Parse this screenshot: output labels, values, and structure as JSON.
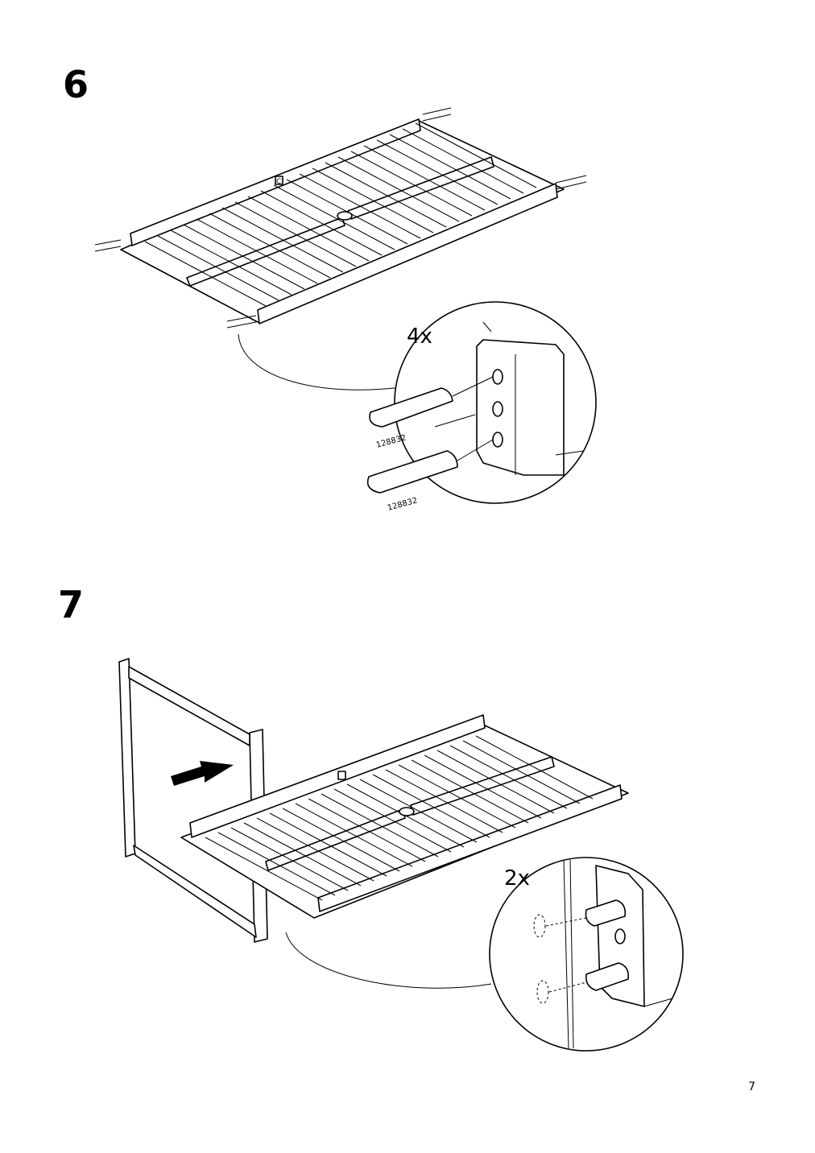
{
  "steps": [
    {
      "number": "6",
      "quantity": "4x",
      "part_codes": [
        "128832",
        "128832"
      ]
    },
    {
      "number": "7",
      "quantity": "2x"
    }
  ],
  "page_number": "7",
  "frame_label": "C"
}
